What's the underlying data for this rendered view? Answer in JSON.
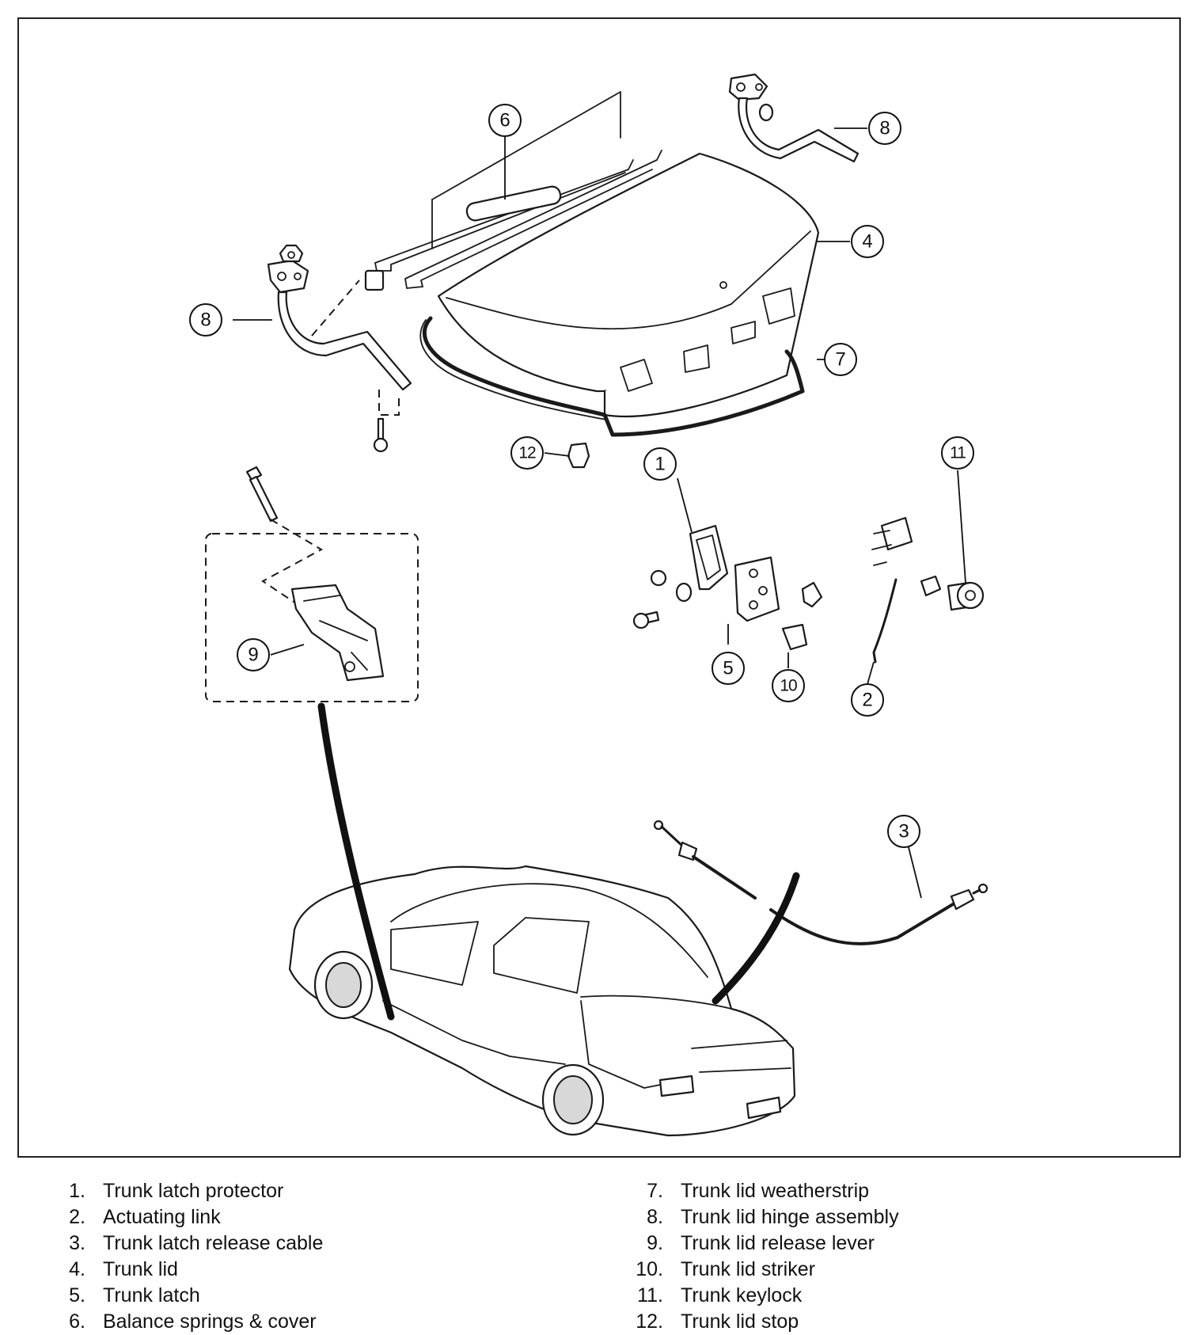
{
  "callouts": [
    {
      "number": "1",
      "name": "Trunk latch protector"
    },
    {
      "number": "2",
      "name": "Actuating link"
    },
    {
      "number": "3",
      "name": "Trunk latch release cable"
    },
    {
      "number": "4",
      "name": "Trunk lid"
    },
    {
      "number": "5",
      "name": "Trunk latch"
    },
    {
      "number": "6",
      "name": "Balance springs & cover"
    },
    {
      "number": "7",
      "name": "Trunk lid weatherstrip"
    },
    {
      "number": "8",
      "name": "Trunk lid hinge assembly"
    },
    {
      "number": "9",
      "name": "Trunk lid release lever"
    },
    {
      "number": "10",
      "name": "Trunk lid striker"
    },
    {
      "number": "11",
      "name": "Trunk keylock"
    },
    {
      "number": "12",
      "name": "Trunk lid stop"
    }
  ],
  "legend": {
    "left": [
      {
        "num": "1.",
        "label": "Trunk latch protector"
      },
      {
        "num": "2.",
        "label": "Actuating link"
      },
      {
        "num": "3.",
        "label": "Trunk latch release cable"
      },
      {
        "num": "4.",
        "label": "Trunk lid"
      },
      {
        "num": "5.",
        "label": "Trunk latch"
      },
      {
        "num": "6.",
        "label": "Balance springs & cover"
      }
    ],
    "right": [
      {
        "num": "7.",
        "label": "Trunk lid weatherstrip"
      },
      {
        "num": "8.",
        "label": "Trunk lid hinge assembly"
      },
      {
        "num": "9.",
        "label": "Trunk lid release lever"
      },
      {
        "num": "10.",
        "label": "Trunk lid striker"
      },
      {
        "num": "11.",
        "label": "Trunk keylock"
      },
      {
        "num": "12.",
        "label": "Trunk lid stop"
      }
    ]
  }
}
